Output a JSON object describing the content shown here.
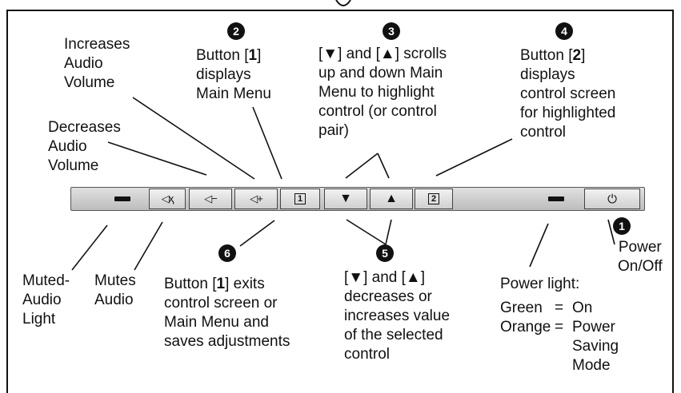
{
  "badges": {
    "one": "1",
    "two": "2",
    "three": "3",
    "four": "4",
    "five": "5",
    "six": "6"
  },
  "labels": {
    "increase_volume": "Increases\nAudio\nVolume",
    "decrease_volume": "Decreases\nAudio\nVolume",
    "btn1_main_menu_pre": "Button [",
    "btn1_key": "1",
    "btn1_main_menu_post": "]\ndisplays\nMain Menu",
    "scroll": "[▼] and [▲] scrolls\nup and down Main\nMenu to highlight\ncontrol (or control\npair)",
    "btn2_pre": "Button [",
    "btn2_key": "2",
    "btn2_post": "]\ndisplays\ncontrol screen\nfor highlighted\ncontrol",
    "muted_light": "Muted-\nAudio\nLight",
    "mutes_audio": "Mutes\nAudio",
    "btn1_exit_pre": "Button [",
    "btn1_exit_key": "1",
    "btn1_exit_post": "] exits\ncontrol screen or\nMain Menu and\nsaves adjustments",
    "adjust": "[▼] and [▲]\ndecreases or\nincreases value\nof the selected\ncontrol",
    "power_onoff": "Power\nOn/Off",
    "power_light_title": "Power light:",
    "green": "Green",
    "equals": "=",
    "on": "On",
    "orange": "Orange",
    "power_saving": "Power\n  Saving\nMode"
  },
  "buttons": {
    "mute": "🔇",
    "vol_down": "◁−",
    "vol_up": "◁+",
    "key1": "1",
    "down": "▼",
    "up": "▲",
    "key2": "2",
    "power": "⏻"
  },
  "icons": {
    "mute": "speaker-muted-icon",
    "vol_down": "speaker-minus-icon",
    "vol_up": "speaker-plus-icon",
    "power": "power-icon"
  }
}
